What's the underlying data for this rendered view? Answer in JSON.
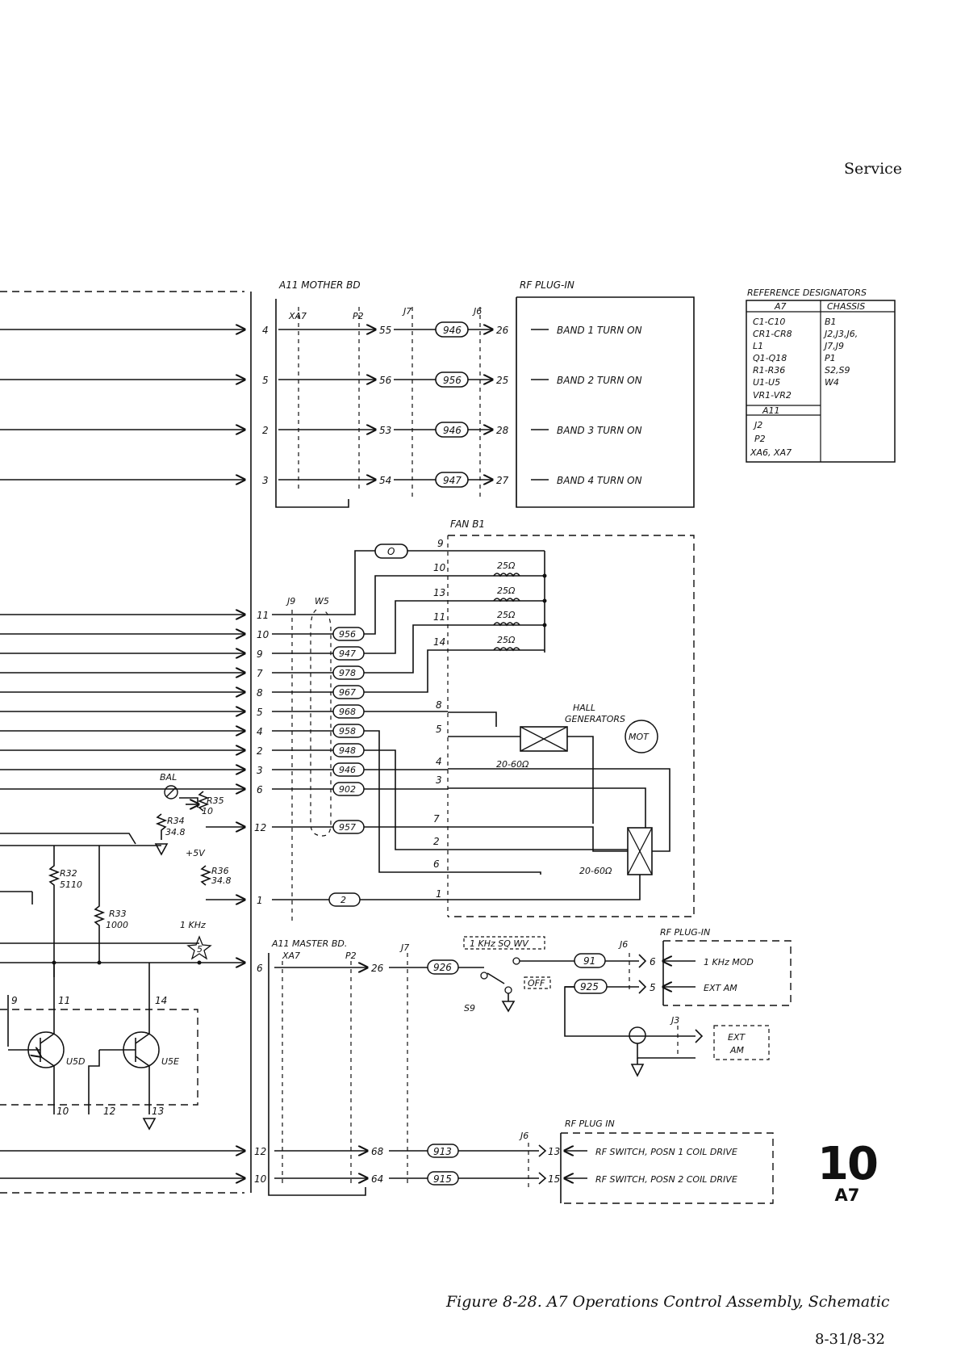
{
  "header": {
    "section": "Service"
  },
  "diagram": {
    "mother_board": {
      "title": "A11 MOTHER BD",
      "xa7": "XA7",
      "p2": "P2",
      "j7": "J7",
      "j6": "J6",
      "rf_plug_in": "RF PLUG-IN",
      "bands": [
        {
          "in_pin": "4",
          "mid_pin": "55",
          "wire": "946",
          "out_pin": "26",
          "signal": "BAND 1 TURN ON"
        },
        {
          "in_pin": "5",
          "mid_pin": "56",
          "wire": "956",
          "out_pin": "25",
          "signal": "BAND 2 TURN ON"
        },
        {
          "in_pin": "2",
          "mid_pin": "53",
          "wire": "946",
          "out_pin": "28",
          "signal": "BAND 3 TURN ON"
        },
        {
          "in_pin": "3",
          "mid_pin": "54",
          "wire": "947",
          "out_pin": "27",
          "signal": "BAND 4 TURN ON"
        }
      ]
    },
    "reference_designators": {
      "title": "REFERENCE DESIGNATORS",
      "col_a7": "A7",
      "col_chassis": "CHASSIS",
      "a7_items": [
        "C1-C10",
        "CR1-CR8",
        "L1",
        "Q1-Q18",
        "R1-R36",
        "U1-U5",
        "VR1-VR2"
      ],
      "a11_label": "A11",
      "a11_items": [
        "J2",
        "P2",
        "XA6, XA7"
      ],
      "chassis_items": [
        "B1",
        "J2,J3,J6,",
        "J7,J9",
        "P1",
        "S2,S9",
        "W4"
      ]
    },
    "fan": {
      "title": "FAN B1",
      "connector": "J9",
      "harness": "W5",
      "wire_o": "O",
      "pins_top": [
        "9",
        "10",
        "13",
        "11",
        "14",
        "8",
        "5",
        "4",
        "3",
        "7",
        "2",
        "6",
        "1"
      ],
      "coil_value": "25Ω",
      "hall_label_1": "HALL",
      "hall_label_2": "GENERATORS",
      "motor": "MOT",
      "hall_res": "20-60Ω",
      "rows": [
        {
          "pin": "11",
          "wire": ""
        },
        {
          "pin": "10",
          "wire": "956"
        },
        {
          "pin": "9",
          "wire": "947"
        },
        {
          "pin": "7",
          "wire": "978"
        },
        {
          "pin": "8",
          "wire": "967"
        },
        {
          "pin": "5",
          "wire": "968"
        },
        {
          "pin": "4",
          "wire": "958"
        },
        {
          "pin": "2",
          "wire": "948"
        },
        {
          "pin": "3",
          "wire": "946"
        },
        {
          "pin": "6",
          "wire": "902"
        },
        {
          "pin": "12",
          "wire": "957"
        },
        {
          "pin": "1",
          "wire": "2"
        }
      ]
    },
    "components": {
      "bal": "BAL",
      "r35": "R35",
      "r35_val": "10",
      "r34": "R34",
      "r34_val": "34.8",
      "plus5v": "+5V",
      "r36": "R36",
      "r36_val": "34.8",
      "r32": "R32",
      "r32_val": "5110",
      "r33": "R33",
      "r33_val": "1000",
      "khz": "1 KHz",
      "star_num": "5",
      "u5d": "U5D",
      "u5e": "U5E",
      "pin9": "9",
      "pin11": "11",
      "pin14": "14",
      "pin10": "10",
      "pin12": "12",
      "pin13": "13"
    },
    "master_board": {
      "title": "A11 MASTER BD.",
      "xa7": "XA7",
      "p2": "P2",
      "j7": "J7",
      "j6": "J6",
      "j3": "J3",
      "s9": "S9",
      "in_pin": "6",
      "mid_pin": "26",
      "wire_926": "926",
      "sq_wv": "1 KHz SQ WV",
      "off": "OFF",
      "wire_91": "91",
      "wire_925": "925",
      "rf_plug_in": "RF PLUG-IN",
      "mod_pin": "6",
      "mod": "1 KHz MOD",
      "ext_pin": "5",
      "ext_am": "EXT AM",
      "ext": "EXT",
      "am": "AM"
    },
    "coil_drive": {
      "rf_plug_in": "RF PLUG IN",
      "j6": "J6",
      "rows": [
        {
          "in_pin": "12",
          "mid_pin": "68",
          "wire": "913",
          "out_pin": "13",
          "signal": "RF SWITCH, POSN 1 COIL DRIVE"
        },
        {
          "in_pin": "10",
          "mid_pin": "64",
          "wire": "915",
          "out_pin": "15",
          "signal": "RF SWITCH, POSN 2 COIL DRIVE"
        }
      ]
    }
  },
  "page_tab": {
    "number": "10",
    "assembly": "A7"
  },
  "caption": "Figure 8-28.  A7 Operations Control Assembly, Schematic",
  "footer": {
    "page_number": "8-31/8-32"
  }
}
